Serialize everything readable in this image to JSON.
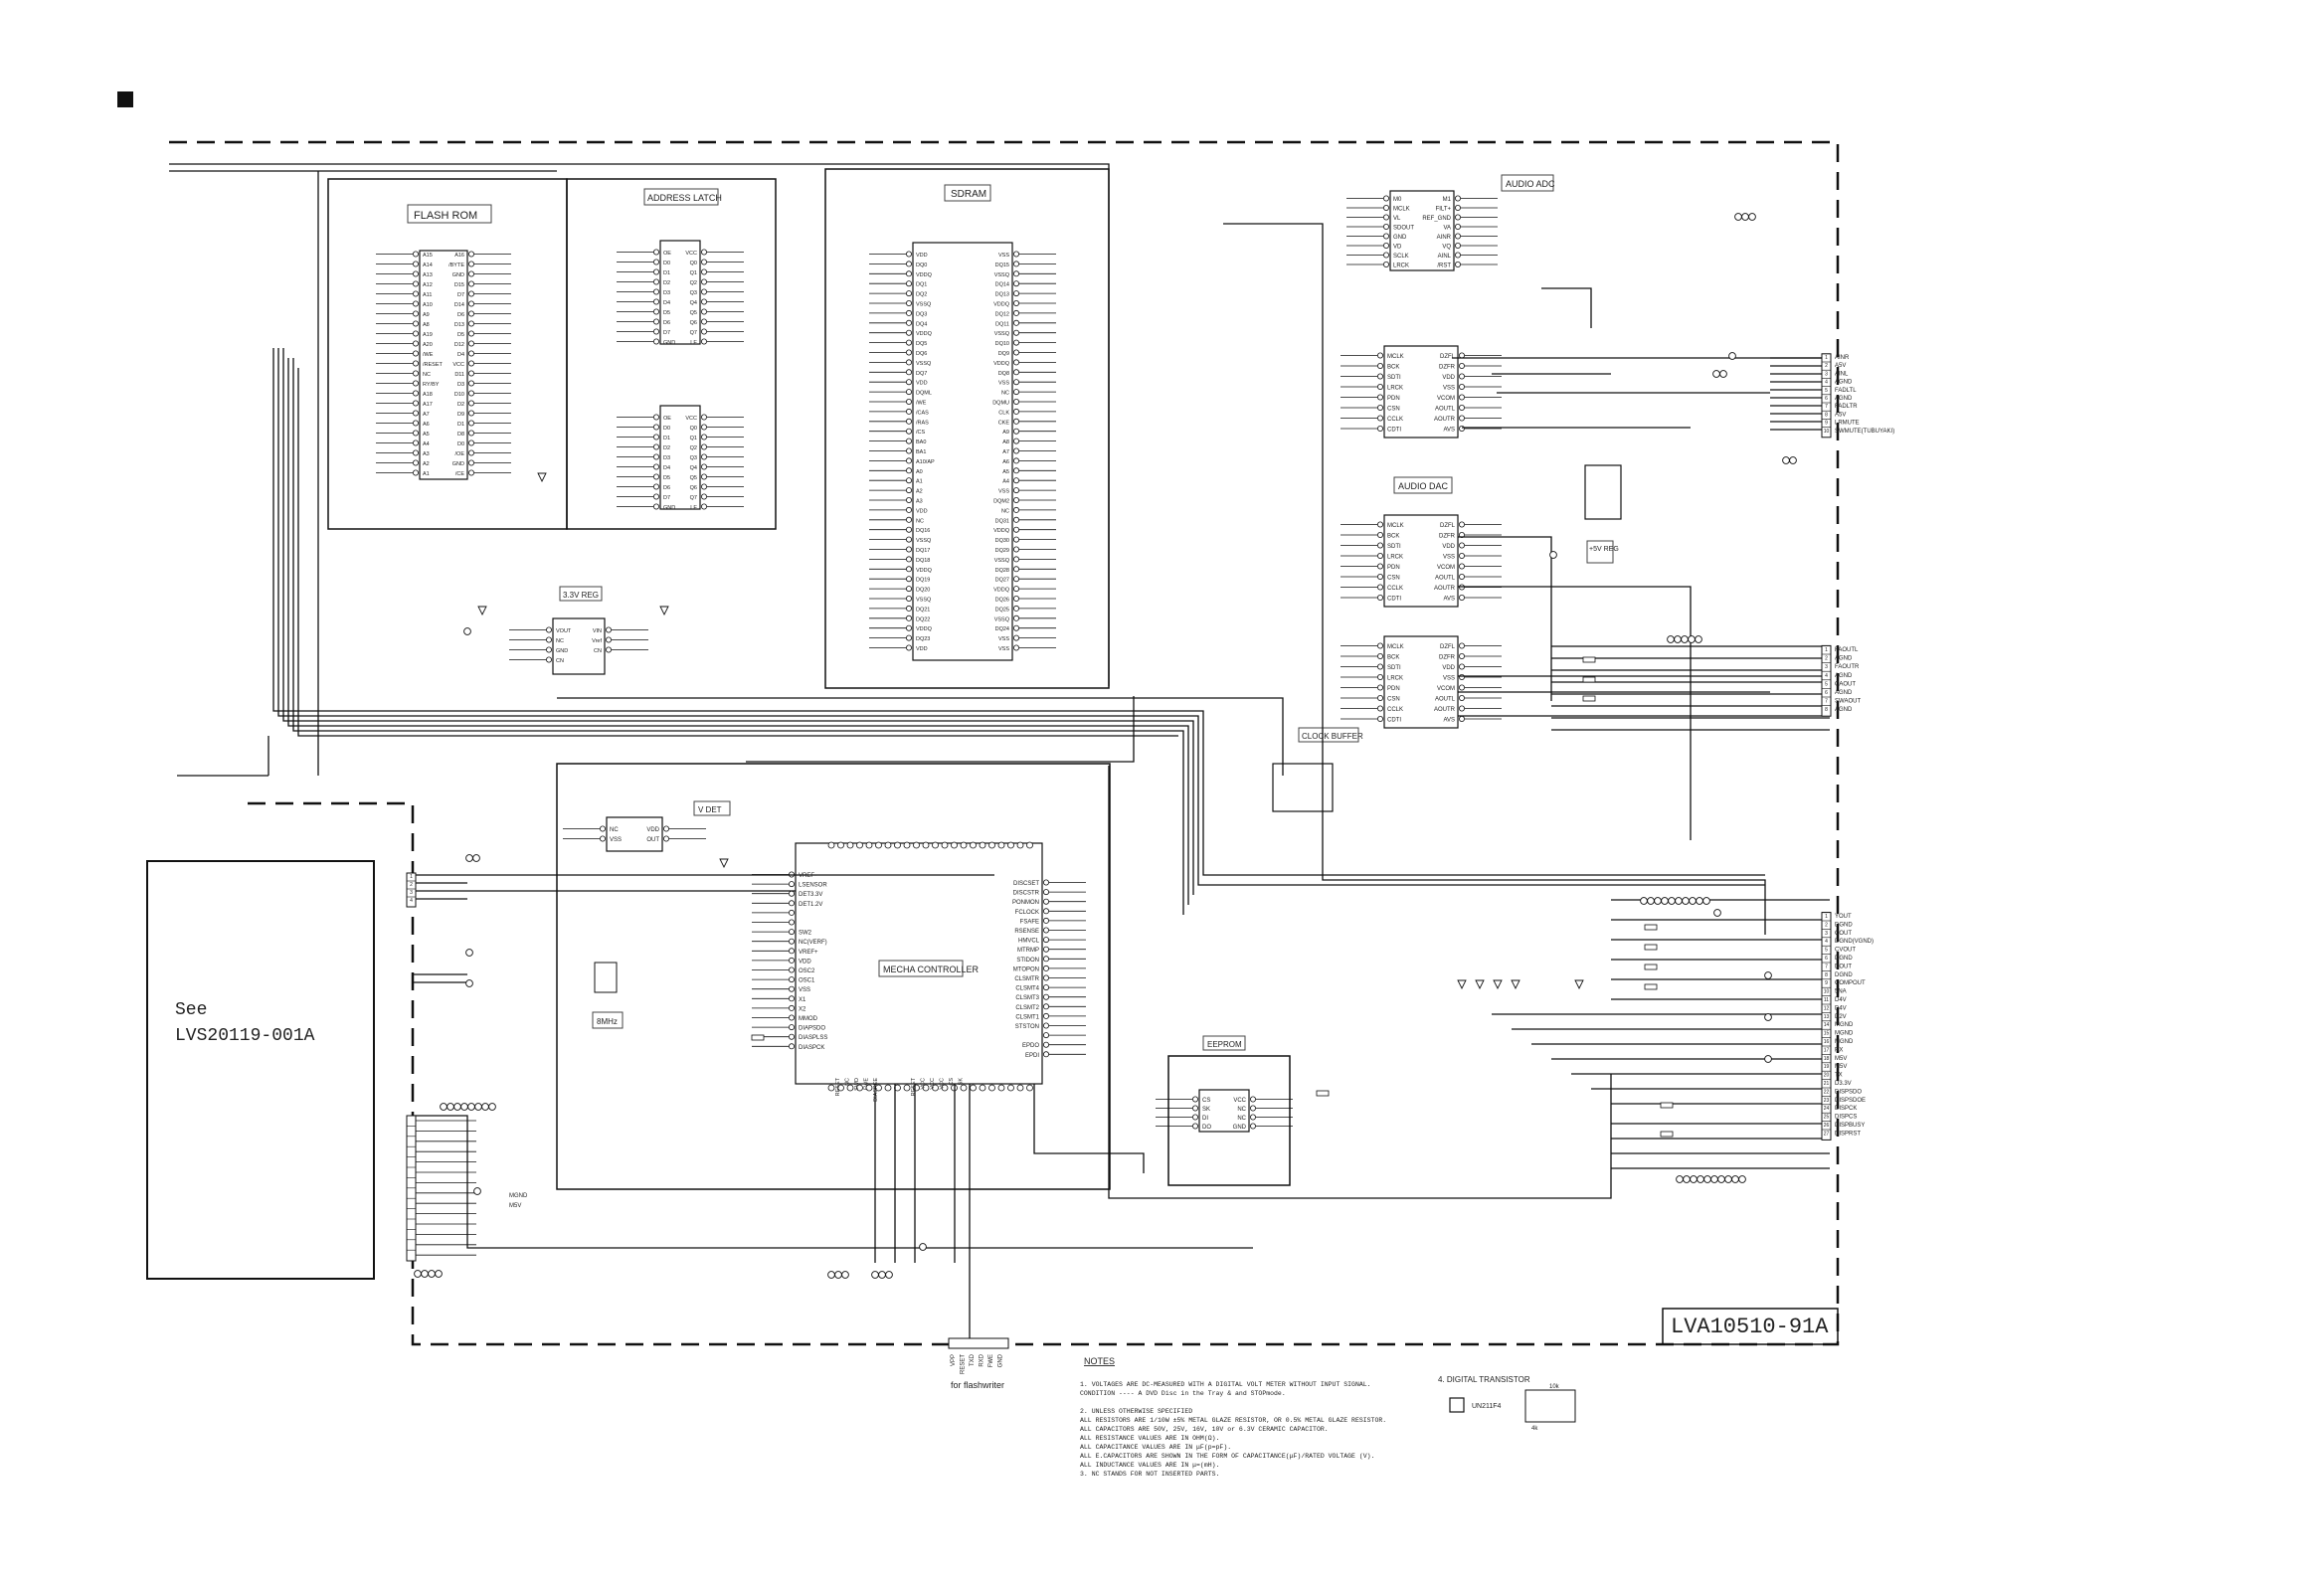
{
  "sheet": {
    "title_marker": "■",
    "board_label": "LVA10510-91A",
    "see_box": {
      "line1": "See",
      "line2": "LVS20119-001A"
    },
    "flash_writer_caption": "for flashwriter",
    "flash_writer_pins": [
      "VPP",
      "RESET",
      "TXD",
      "RXD",
      "FWE",
      "GND"
    ]
  },
  "blocks": {
    "flash_rom": "FLASH ROM",
    "address_latch": "ADDRESS LATCH",
    "sdram": "SDRAM",
    "audio_adc": "AUDIO ADC",
    "audio_dac": "AUDIO DAC",
    "clock_buffer": "CLOCK BUFFER",
    "reg_33": "3.3V REG",
    "v_det": "V DET",
    "mecha_controller": "MECHA CONTROLLER",
    "eeprom": "EEPROM",
    "xtal": "8MHz",
    "reg_5v": "+5V REG"
  },
  "flash_rom_pins": {
    "left": [
      "A15",
      "A14",
      "A13",
      "A12",
      "A11",
      "A10",
      "A9",
      "A8",
      "A19",
      "A20",
      "/WE",
      "/RESET",
      "NC",
      "RY/BY",
      "A18",
      "A17",
      "A7",
      "A6",
      "A5",
      "A4",
      "A3",
      "A2",
      "A1"
    ],
    "right": [
      "A16",
      "/BYTE",
      "GND",
      "D15",
      "D7",
      "D14",
      "D6",
      "D13",
      "D5",
      "D12",
      "D4",
      "VCC",
      "D11",
      "D3",
      "D10",
      "D2",
      "D9",
      "D1",
      "D8",
      "D0",
      "/OE",
      "GND",
      "/CE"
    ]
  },
  "latch_pins": {
    "left": [
      "OE",
      "D0",
      "D1",
      "D2",
      "D3",
      "D4",
      "D5",
      "D6",
      "D7",
      "GND"
    ],
    "right": [
      "VCC",
      "Q0",
      "Q1",
      "Q2",
      "Q3",
      "Q4",
      "Q5",
      "Q6",
      "Q7",
      "LE"
    ]
  },
  "sdram_pins": {
    "left": [
      "VDD",
      "DQ0",
      "VDDQ",
      "DQ1",
      "DQ2",
      "VSSQ",
      "DQ3",
      "DQ4",
      "VDDQ",
      "DQ5",
      "DQ6",
      "VSSQ",
      "DQ7",
      "VDD",
      "DQML",
      "/WE",
      "/CAS",
      "/RAS",
      "/CS",
      "BA0",
      "BA1",
      "A10/AP",
      "A0",
      "A1",
      "A2",
      "A3",
      "VDD",
      "NC",
      "DQ16",
      "VSSQ",
      "DQ17",
      "DQ18",
      "VDDQ",
      "DQ19",
      "DQ20",
      "VSSQ",
      "DQ21",
      "DQ22",
      "VDDQ",
      "DQ23",
      "VDD"
    ],
    "right": [
      "VSS",
      "DQ15",
      "VSSQ",
      "DQ14",
      "DQ13",
      "VDDQ",
      "DQ12",
      "DQ11",
      "VSSQ",
      "DQ10",
      "DQ9",
      "VDDQ",
      "DQ8",
      "VSS",
      "NC",
      "DQMU",
      "CLK",
      "CKE",
      "A9",
      "A8",
      "A7",
      "A6",
      "A5",
      "A4",
      "VSS",
      "DQM2",
      "NC",
      "DQ31",
      "VDDQ",
      "DQ30",
      "DQ29",
      "VSSQ",
      "DQ28",
      "DQ27",
      "VDDQ",
      "DQ26",
      "DQ25",
      "VSSQ",
      "DQ24",
      "VSS",
      "VSS"
    ]
  },
  "adc_pins": {
    "left": [
      "M0",
      "MCLK",
      "VL",
      "SDOUT",
      "GND",
      "VD",
      "SCLK",
      "LRCK"
    ],
    "right": [
      "M1",
      "FILT+",
      "REF_GND",
      "VA",
      "AINR",
      "VQ",
      "AINL",
      "/RST"
    ]
  },
  "dac_pins": {
    "left": [
      "MCLK",
      "BCK",
      "SDTI",
      "LRCK",
      "PDN",
      "CSN",
      "CCLK",
      "CDTI"
    ],
    "right": [
      "DZFL",
      "DZFR",
      "VDD",
      "VSS",
      "VCOM",
      "AOUTL",
      "AOUTR",
      "AVS"
    ]
  },
  "reg_pins": {
    "left": [
      "VOUT",
      "NC",
      "GND",
      "CN"
    ],
    "right": [
      "VIN",
      "Vref",
      "CN"
    ]
  },
  "vdet_pins": {
    "left": [
      "NC",
      "VSS"
    ],
    "right": [
      "VDD",
      "OUT"
    ]
  },
  "eeprom_pins": {
    "left": [
      "CS",
      "SK",
      "DI",
      "DO"
    ],
    "right": [
      "VCC",
      "NC",
      "NC",
      "GND"
    ]
  },
  "mecha_pins": {
    "left": [
      "VREF-",
      "LSENSOR",
      "DET3.3V",
      "DET1.2V",
      "",
      "",
      "SW2",
      "NC(VERF)",
      "VREF+",
      "VDD",
      "OSC2",
      "OSC1",
      "VSS",
      "X1",
      "X2",
      "MMOD",
      "DIAPSDO",
      "DIASPLSS",
      "DIASPCK"
    ],
    "right": [
      "DISCSET",
      "DISCSTR",
      "PONMON",
      "FCLOCK",
      "FSAFE",
      "RSENSE",
      "HMVCL",
      "MTRMP",
      "STIDON",
      "MTOPON",
      "CLSMTR",
      "CLSMT4",
      "CLSMT3",
      "CLSMT2",
      "CLSMT1",
      "STSTON",
      "",
      "EPDO",
      "EPDI"
    ],
    "bottom": [
      "RESET",
      "NC",
      "SWD",
      "FWE",
      "DIASPEE",
      "",
      "",
      "",
      "RESET",
      "VCC",
      "VCC",
      "VCC",
      "CS",
      "SK"
    ]
  },
  "connectors": {
    "audio_in": [
      "AINR",
      "A5V",
      "AINL",
      "AGND",
      "FADLTL",
      "AGND",
      "FADLTR",
      "A5V",
      "LRMUTE",
      "SWMUTE(TUBUYAKI)"
    ],
    "audio_out": [
      "FAOUTL",
      "AGND",
      "FAOUTR",
      "AGND",
      "CAOUT",
      "AGND",
      "SWAOUT",
      "AGND"
    ],
    "video_ctrl": [
      "YOUT",
      "DGND",
      "COUT",
      "DGND(VGND)",
      "CVOUT",
      "DGND",
      "DOUT",
      "DGND",
      "COMPOUT",
      "5NA",
      "D4V",
      "D4V",
      "D2V",
      "MGND",
      "MGND",
      "MGND",
      "RX",
      "M5V",
      "M5V",
      "TX",
      "D3.3V",
      "DISPSDO",
      "DISPSDOE",
      "DISPCK",
      "DISPCS",
      "DISPBUSY",
      "DISPRST"
    ],
    "left_connector": [
      "",
      "",
      "",
      ""
    ],
    "bottom_left_connector": [
      "MGND",
      "M5V"
    ]
  },
  "notes": {
    "heading": "NOTES",
    "lines": [
      "1. VOLTAGES ARE DC-MEASURED WITH A DIGITAL VOLT METER WITHOUT INPUT SIGNAL.",
      "   CONDITION ---- A DVD Disc in the Tray & and STOPmode.",
      "",
      "2. UNLESS OTHERWISE SPECIFIED",
      "   ALL RESISTORS ARE 1/10W ±5% METAL GLAZE RESISTOR, OR 0.5% METAL GLAZE RESISTOR.",
      "   ALL CAPACITORS ARE 50V, 25V, 16V, 10V or 6.3V CERAMIC CAPACITOR.",
      "   ALL RESISTANCE VALUES ARE IN OHM(Ω).",
      "   ALL CAPACITANCE VALUES ARE IN μF(p=pF).",
      "   ALL E.CAPACITORS ARE SHOWN IN THE FORM OF CAPACITANCE(μF)/RATED VOLTAGE (V).",
      "   ALL INDUCTANCE VALUES ARE IN μ=(mH).",
      "3. NC STANDS FOR NOT INSERTED PARTS."
    ],
    "digital_transistor": "4. DIGITAL TRANSISTOR",
    "dt_part": "UN211F4",
    "dt_r1": "10k",
    "dt_r2": "4k"
  }
}
